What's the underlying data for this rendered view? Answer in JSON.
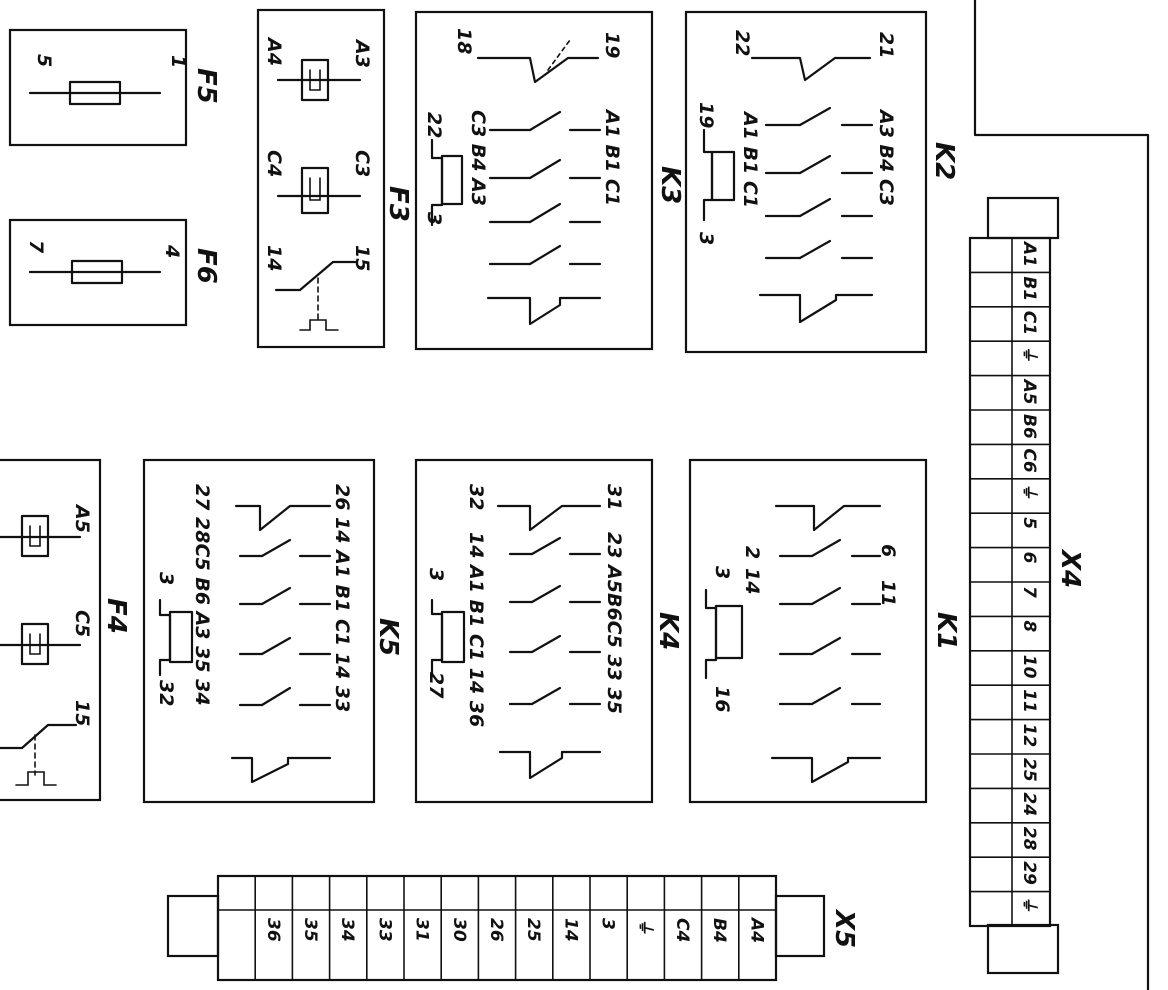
{
  "components": {
    "F5": {
      "name": "F5",
      "pins": [
        "5",
        "1"
      ]
    },
    "F6": {
      "name": "F6",
      "pins": [
        "7",
        "4"
      ]
    },
    "F3": {
      "name": "F3",
      "pins": [
        "A4",
        "A3",
        "C4",
        "C3",
        "14",
        "15"
      ]
    },
    "F4": {
      "name": "F4",
      "pins": [
        "A5",
        "C5",
        "15"
      ]
    },
    "K3": {
      "name": "K3",
      "right": [
        "19",
        "A1 B1 C1"
      ],
      "left": [
        "18",
        "C3 B4 A3"
      ],
      "coil": [
        "22",
        "3"
      ]
    },
    "K2": {
      "name": "K2",
      "right": [
        "21",
        "A3 B4 C3"
      ],
      "left": [
        "22",
        "A1 B1 C1"
      ],
      "coil": [
        "19",
        "3"
      ]
    },
    "K1": {
      "name": "K1",
      "right": [
        "6",
        "11"
      ],
      "left": [
        "2",
        "14"
      ],
      "coil": [
        "3",
        "16"
      ]
    },
    "K4": {
      "name": "K4",
      "right": [
        "31",
        "23 A5B6C5 33 35"
      ],
      "left": [
        "32",
        "14 A1 B1 C1 14 36"
      ],
      "coil": [
        "3",
        "27"
      ]
    },
    "K5": {
      "name": "K5",
      "right": [
        "26 14 A1 B1 C1 14 33"
      ],
      "left": [
        "27 28C5 B6 A3 35 34"
      ],
      "coil": [
        "3",
        "32"
      ]
    }
  },
  "terminal_strips": {
    "X4": {
      "name": "X4",
      "cells": [
        "A1",
        "B1",
        "C1",
        "⏚",
        "A5",
        "B6",
        "C6",
        "⏚",
        "5",
        "6",
        "7",
        "8",
        "10",
        "11",
        "12",
        "25",
        "24",
        "28",
        "29",
        "⏚"
      ]
    },
    "X5": {
      "name": "X5",
      "cells": [
        "A4",
        "B4",
        "C4",
        "⏚",
        "3",
        "14",
        "25",
        "26",
        "30",
        "31",
        "33",
        "34",
        "35",
        "36",
        ""
      ]
    }
  }
}
